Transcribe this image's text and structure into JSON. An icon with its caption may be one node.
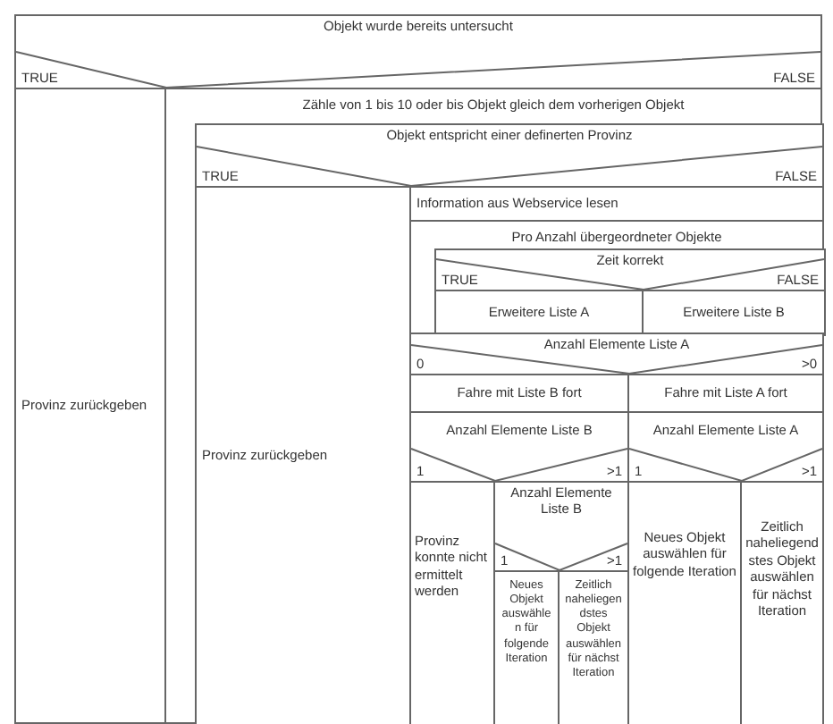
{
  "diagram": {
    "nodes": [
      {
        "text": [
          "Objekt wurde bereits untersucht",
          "TRUE",
          "FALSE"
        ]
      },
      {
        "text": [
          "Provinz zurückgeben"
        ]
      },
      {
        "text": [
          "Zähle von 1 bis 10 oder bis Objekt gleich dem vorherigen Objekt"
        ]
      },
      {
        "text": [
          "Objekt entspricht einer definerten Provinz",
          "TRUE",
          "FALSE"
        ],
        "in": 2
      },
      {
        "text": [
          "Provinz zurückgeben"
        ],
        "in": 2
      },
      {
        "text": [
          "Information aus Webservice lesen"
        ],
        "in": 2
      },
      {
        "text": [
          "Pro Anzahl übergeordneter Objekte"
        ],
        "in": 2
      },
      {
        "text": [
          "Zeit korrekt",
          "TRUE",
          "FALSE"
        ],
        "in": 6
      },
      {
        "text": [
          "Erweitere Liste A"
        ],
        "in": 6
      },
      {
        "text": [
          "Erweitere Liste B"
        ],
        "in": 6
      },
      {
        "text": [
          "Anzahl Elemente Liste A",
          "0",
          ">0"
        ],
        "in": 2
      },
      {
        "text": [
          "Fahre mit Liste B fort"
        ],
        "in": 2
      },
      {
        "text": [
          "Fahre mit Liste A fort"
        ],
        "in": 2
      },
      {
        "text": [
          "Anzahl Elemente Liste B",
          "1",
          ">1"
        ],
        "in": 2
      },
      {
        "text": [
          "Anzahl Elemente Liste A",
          "1",
          ">1"
        ],
        "in": 2
      },
      {
        "text": [
          "Provinz konnte nicht ermittelt werden"
        ],
        "in": 2
      },
      {
        "text": [
          "Anzahl Elemente Liste B",
          "1",
          ">1"
        ],
        "in": 2
      },
      {
        "text": [
          "Neues Objekt auswählen für folgende Iteration"
        ],
        "in": 2
      },
      {
        "text": [
          "Zeitlich naheliegendstes Objekt auswählen für nächst Iteration"
        ],
        "in": 2
      },
      {
        "text": [
          "Neues Objekt auswählen für folgende Iteration"
        ],
        "in": 2
      },
      {
        "text": [
          "Zeitlich naheliegendstes Objekt auswählen für nächst Iteration"
        ],
        "in": 2
      }
    ]
  }
}
